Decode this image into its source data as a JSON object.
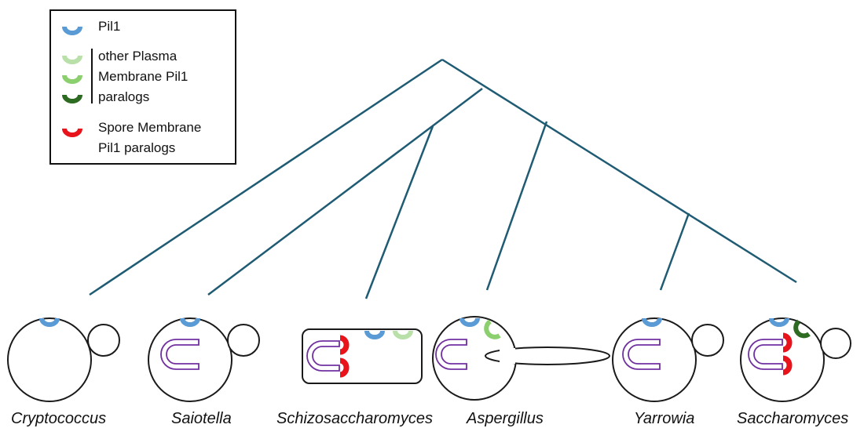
{
  "colors": {
    "tree": "#1f5b73",
    "pil1": "#5b9bd5",
    "plasma_light": "#b8e0a8",
    "plasma_mid": "#8ccf6f",
    "plasma_dark": "#2e6b22",
    "spore": "#e8131b",
    "prospore": "#7030a0",
    "cell_outline": "#1a1a1a"
  },
  "legend": {
    "pil1_label": "Pil1",
    "plasma_line1": "other Plasma",
    "plasma_line2": "Membrane Pil1",
    "plasma_line3": "paralogs",
    "spore_line1": "Spore Membrane",
    "spore_line2": "Pil1 paralogs"
  },
  "species": [
    {
      "name": "Cryptococcus"
    },
    {
      "name": "Saiotella"
    },
    {
      "name": "Schizosaccharomyces"
    },
    {
      "name": "Aspergillus"
    },
    {
      "name": "Yarrowia"
    },
    {
      "name": "Saccharomyces"
    }
  ]
}
